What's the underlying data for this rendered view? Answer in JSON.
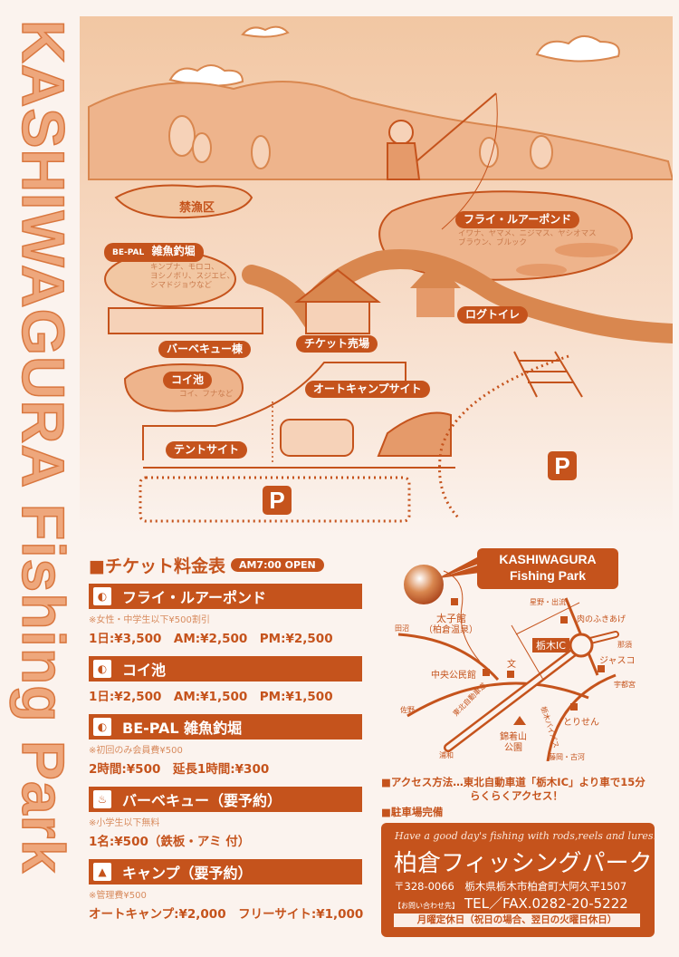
{
  "vertical_title": "KASHIWAGURA Fishing Park",
  "map": {
    "labels": {
      "no_fishing": "禁漁区",
      "bepal_prefix": "BE-PAL",
      "bepal_name": "雑魚釣堀",
      "bepal_fish": [
        "キンブナ、モロコ、",
        "ヨシノボリ、スジエビ、",
        "シマドジョウなど"
      ],
      "fly_pond": "フライ・ルアーポンド",
      "fly_fish": [
        "イワナ、ヤマメ、ニジマス、ヤシオマス",
        "ブラウン、ブルック"
      ],
      "log_toilet": "ログトイレ",
      "ticket_office": "チケット売場",
      "bbq": "バーベキュー棟",
      "koi_pond": "コイ池",
      "koi_fish": "コイ、フナなど",
      "auto_camp": "オートキャンプサイト",
      "tent_site": "テントサイト",
      "parking": "P"
    }
  },
  "tickets": {
    "title": "■チケット料金表",
    "open": "AM7:00 OPEN",
    "items": [
      {
        "name": "フライ・ルアーポンド",
        "icon": "fish-icon",
        "note": "※女性・中学生以下¥500割引",
        "price": "1日:¥3,500　AM:¥2,500　PM:¥2,500"
      },
      {
        "name": "コイ池",
        "icon": "fish-icon",
        "note": "",
        "price": "1日:¥2,500　AM:¥1,500　PM:¥1,500"
      },
      {
        "name": "BE-PAL 雑魚釣堀",
        "icon": "fish-icon",
        "note": "※初回のみ会員費¥500",
        "price": "2時間:¥500　延長1時間:¥300"
      },
      {
        "name": "バーベキュー（要予約）",
        "icon": "fire-icon",
        "note": "※小学生以下無料",
        "price": "1名:¥500（鉄板・アミ 付）"
      },
      {
        "name": "キャンプ（要予約）",
        "icon": "tent-icon",
        "note": "※管理費¥500",
        "price": "オートキャンプ:¥2,000　フリーサイト:¥1,000"
      }
    ]
  },
  "roadmap": {
    "callout_line1": "KASHIWAGURA",
    "callout_line2": "Fishing Park",
    "places": {
      "taishikan": "太子館",
      "onsen": "（柏倉温泉）",
      "tanuma": "田沼",
      "chuo": "中央公民館",
      "school": "文",
      "ic": "栃木IC",
      "hoshino": "星野・出流",
      "nikunofuki": "肉のふきあげ",
      "nasu": "那須",
      "jusco": "ジャスコ",
      "utsunomiya": "宇都宮",
      "sano": "佐野",
      "tohoku_exp": "東北自動車道",
      "bypass": "栃木バイパス",
      "torisen": "とりせん",
      "nishikigasa": "錦着山",
      "park": "公園",
      "urawa": "浦和",
      "fujioka": "藤岡・古河"
    }
  },
  "access": {
    "line1": "■アクセス方法…東北自動車道「栃木IC」より車で15分",
    "line2": "らくらくアクセス！",
    "parking": "■駐車場完備"
  },
  "info": {
    "tagline": "Have a good day's fishing with rods,reels and lures.",
    "name": "柏倉フィッシングパーク",
    "address": "〒328-0066　栃木県栃木市柏倉町大阿久平1507",
    "contact_label": "【お問い合わせ先】",
    "tel": "TEL／FAX.0282-20-5222",
    "holiday": "月曜定休日（祝日の場合、翌日の火曜日休日）"
  }
}
